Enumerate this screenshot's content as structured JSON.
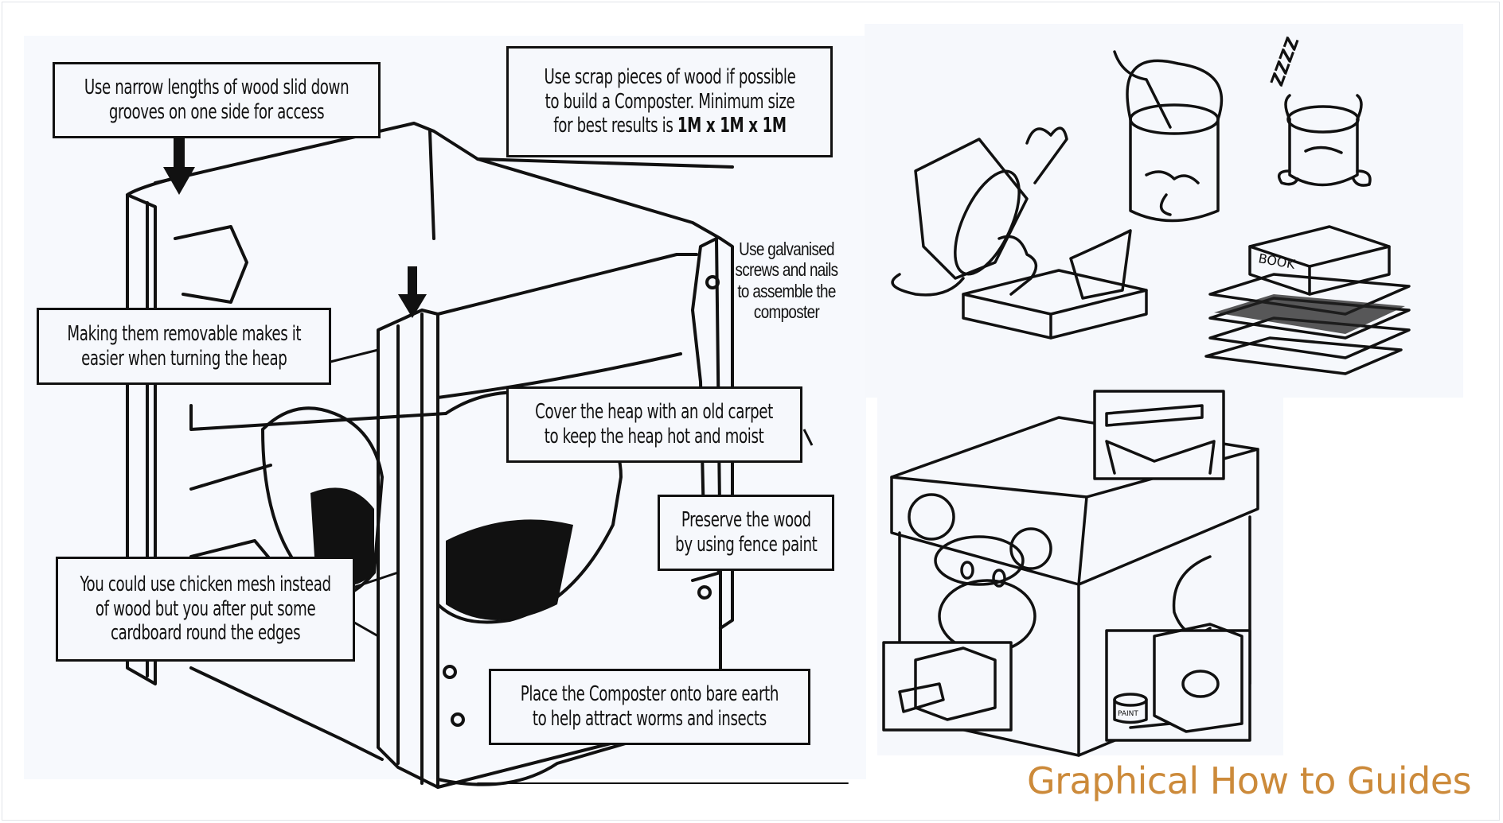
{
  "guide": {
    "brand_title": "Graphical How to Guides",
    "accent_color": "#cc8a3a"
  },
  "composter_diagram": {
    "callouts": [
      {
        "id": "narrow-lengths",
        "lines": [
          "Use narrow lengths of wood slid down",
          "grooves on one side for access"
        ]
      },
      {
        "id": "scrap-wood",
        "lines": [
          "Use scrap pieces of wood if possible",
          "to build a Composter. Minimum size",
          "for best results is"
        ],
        "size_emphasis": "1M x 1M x 1M"
      },
      {
        "id": "removable",
        "lines": [
          "Making them removable makes it",
          "easier when turning the heap"
        ]
      },
      {
        "id": "galvanised",
        "lines": [
          "Use galvanised",
          "screws and nails",
          "to assemble the",
          "composter"
        ]
      },
      {
        "id": "carpet",
        "lines": [
          "Cover the heap with an old carpet",
          "to keep the heap hot and moist"
        ]
      },
      {
        "id": "fence-paint",
        "lines": [
          "Preserve the wood",
          "by using fence paint"
        ]
      },
      {
        "id": "chicken-mesh",
        "lines": [
          "You could use chicken mesh instead",
          "of wood but you after put some",
          "cardboard round the edges"
        ]
      },
      {
        "id": "bare-earth",
        "lines": [
          "Place the Composter onto bare earth",
          "to help attract worms and insects"
        ]
      }
    ]
  },
  "illustrations": {
    "book_label": "BOOK",
    "paint_label": "PAINT",
    "sleep_letters": "ZZZZ"
  }
}
